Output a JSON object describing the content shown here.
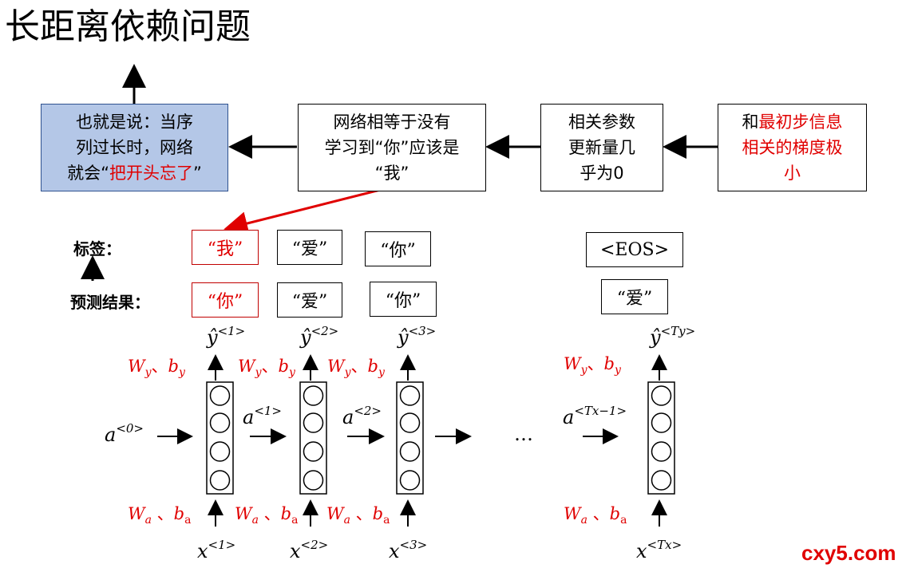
{
  "title": "长距离依赖问题",
  "boxes": {
    "b1_l1": "也就是说：当序",
    "b1_l2": "列过长时，网络",
    "b1_l3a": "就会“",
    "b1_l3b": "把开头忘了",
    "b1_l3c": "”",
    "b2_l1": "网络相等于没有",
    "b2_l2": "学习到“你”应该是",
    "b2_l3": "“我”",
    "b3_l1": "相关参数",
    "b3_l2": "更新量几",
    "b3_l3": "乎为0",
    "b4_l1a": "和",
    "b4_l1b": "最初步信息",
    "b4_l2": "相关的梯度极",
    "b4_l3": "小"
  },
  "labels": {
    "tag": "标签：",
    "pred": "预测结果："
  },
  "tags": [
    "“我”",
    "“爱”",
    "“你”",
    "<EOS>"
  ],
  "preds": [
    "“你”",
    "“爱”",
    "“你”",
    "“爱”"
  ],
  "rnn": {
    "y_hat": "ŷ",
    "y_sup": [
      "<1>",
      "<2>",
      "<3>",
      "<Ty>"
    ],
    "a": "a",
    "a_sup": [
      "<0>",
      "<1>",
      "<2>",
      "<Tx−1>"
    ],
    "x": "x",
    "x_sup": [
      "<1>",
      "<2>",
      "<3>",
      "<Tx>"
    ],
    "ellipsis": "…",
    "wy": "W",
    "wy_sub": "y",
    "by": "b",
    "by_sub": "y",
    "sep": "、",
    "wa": "W",
    "wa_sub": "a",
    "ba": "b",
    "ba_sub": "a"
  },
  "watermark": "cxy5.com"
}
